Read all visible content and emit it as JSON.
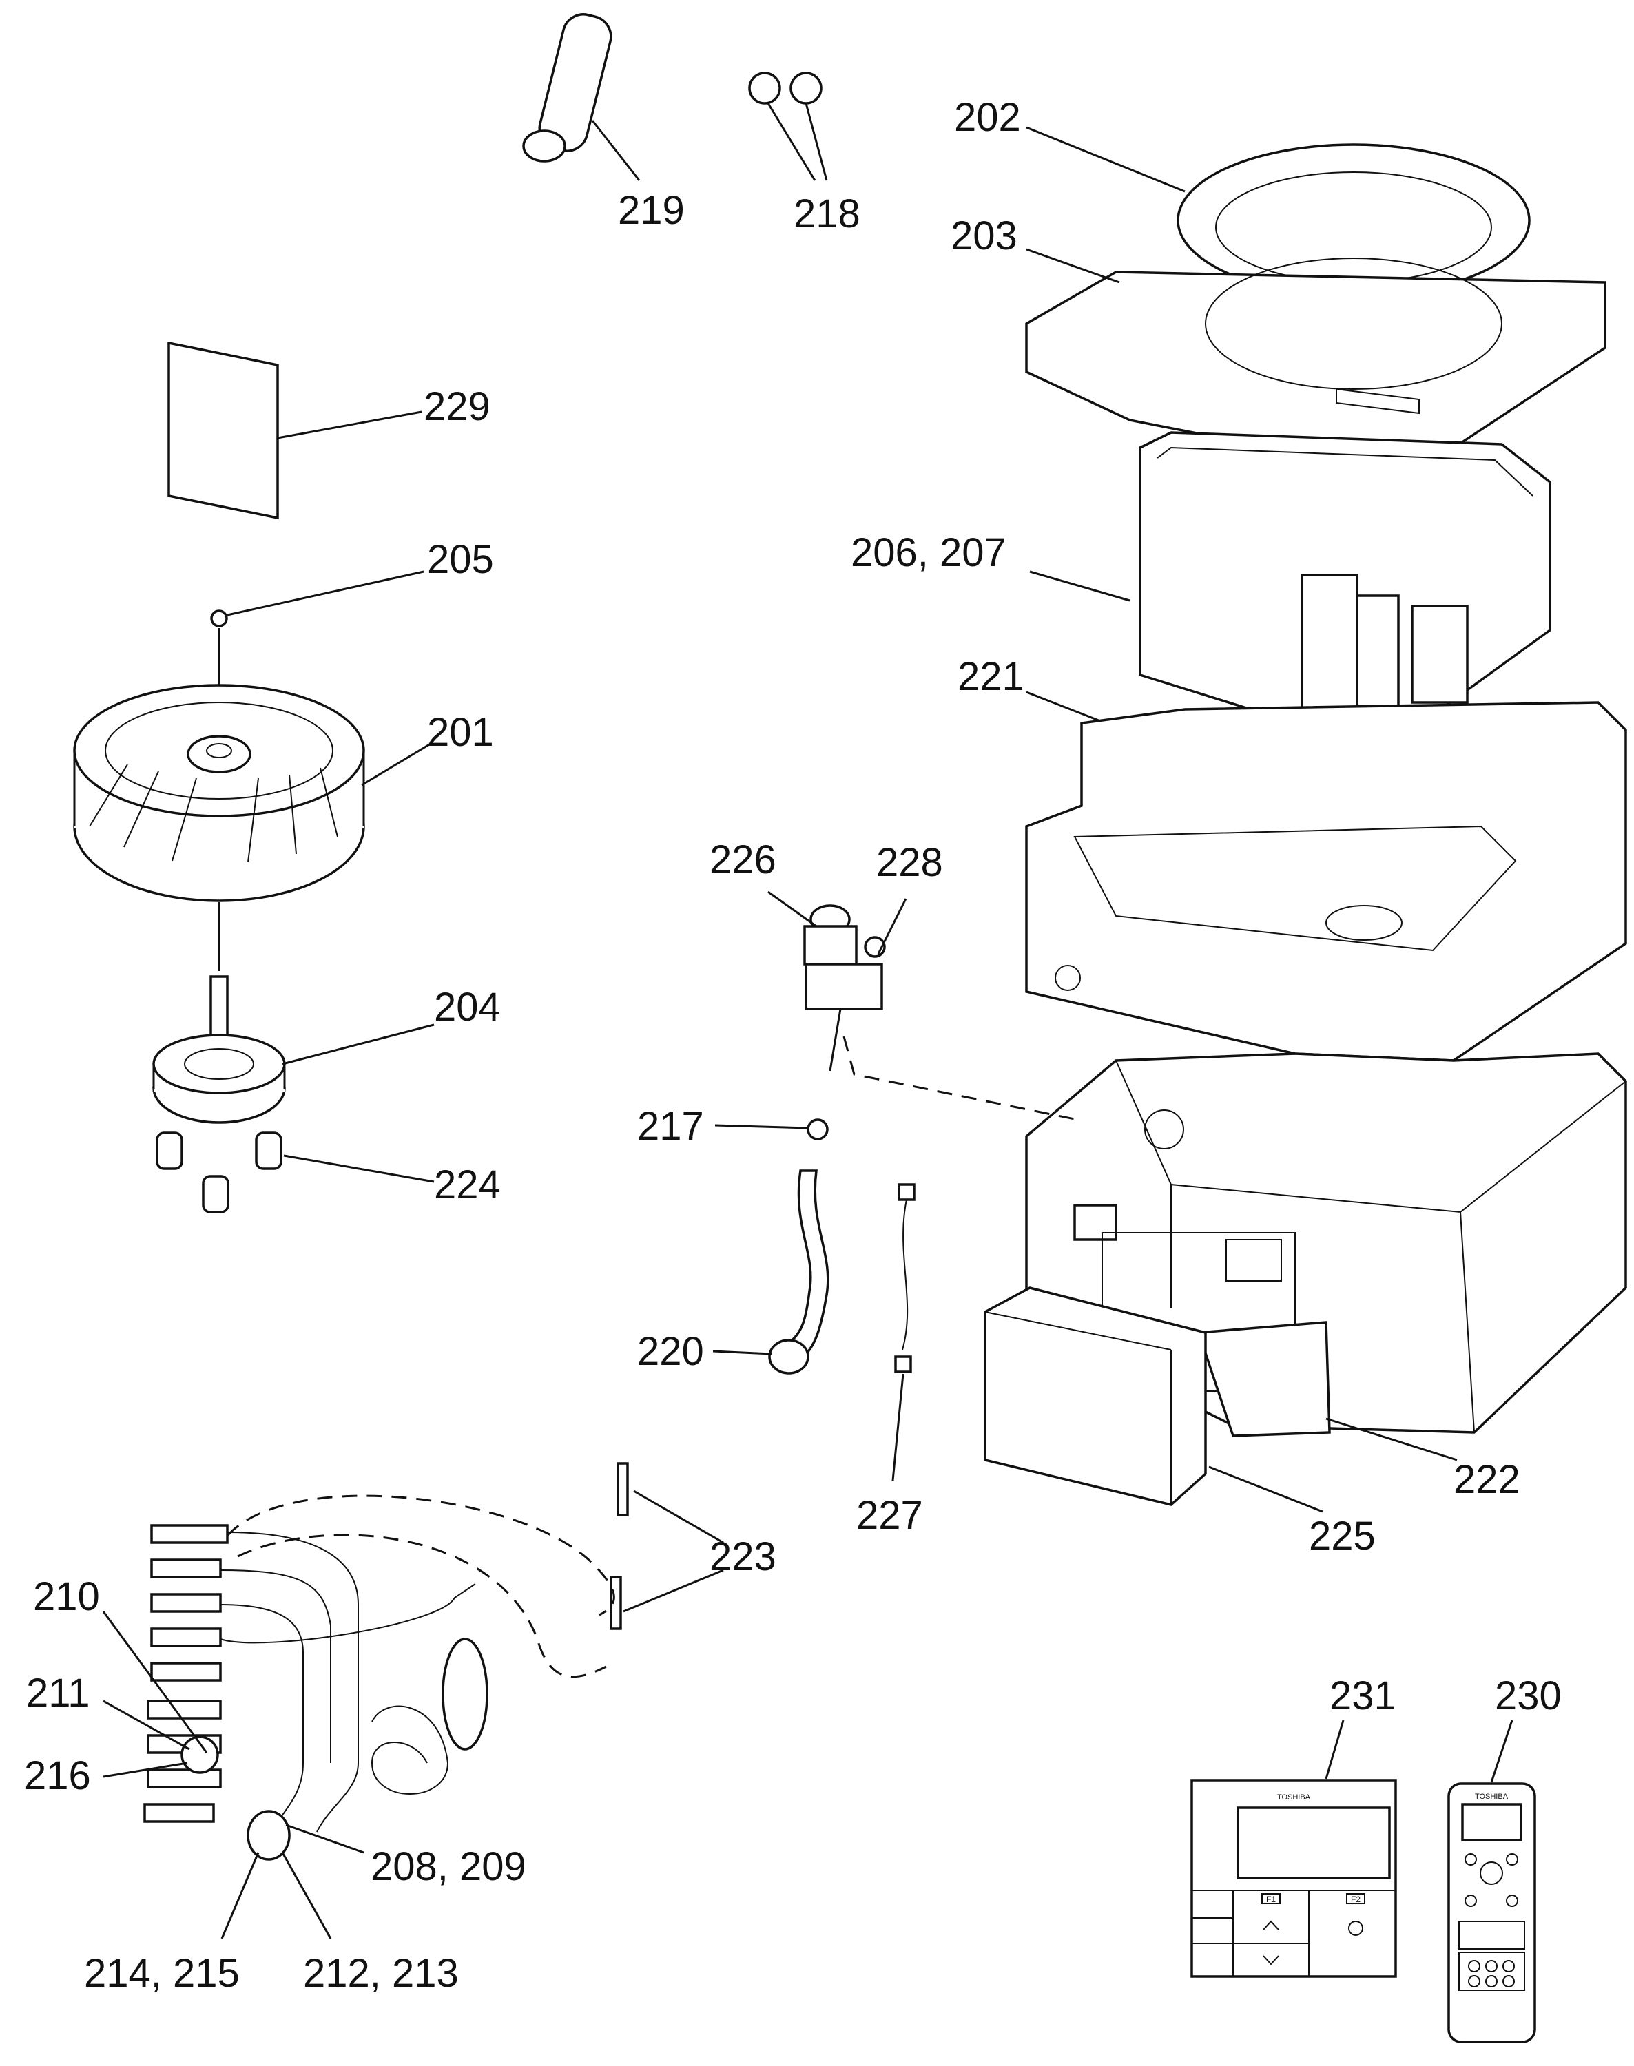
{
  "diagram": {
    "callouts": [
      {
        "id": "c202",
        "text": "202"
      },
      {
        "id": "c203",
        "text": "203"
      },
      {
        "id": "c219",
        "text": "219"
      },
      {
        "id": "c218",
        "text": "218"
      },
      {
        "id": "c229",
        "text": "229"
      },
      {
        "id": "c205",
        "text": "205"
      },
      {
        "id": "c201",
        "text": "201"
      },
      {
        "id": "c206",
        "text": "206, 207"
      },
      {
        "id": "c221",
        "text": "221"
      },
      {
        "id": "c226",
        "text": "226"
      },
      {
        "id": "c228",
        "text": "228"
      },
      {
        "id": "c204",
        "text": "204"
      },
      {
        "id": "c217",
        "text": "217"
      },
      {
        "id": "c224",
        "text": "224"
      },
      {
        "id": "c220",
        "text": "220"
      },
      {
        "id": "c227",
        "text": "227"
      },
      {
        "id": "c222",
        "text": "222"
      },
      {
        "id": "c225",
        "text": "225"
      },
      {
        "id": "c223",
        "text": "223"
      },
      {
        "id": "c210",
        "text": "210"
      },
      {
        "id": "c211",
        "text": "211"
      },
      {
        "id": "c216",
        "text": "216"
      },
      {
        "id": "c208",
        "text": "208, 209"
      },
      {
        "id": "c214",
        "text": "214, 215"
      },
      {
        "id": "c212",
        "text": "212, 213"
      },
      {
        "id": "c231",
        "text": "231"
      },
      {
        "id": "c230",
        "text": "230"
      }
    ],
    "remote_brand": "TOSHIBA",
    "wired_controller_brand": "TOSHIBA",
    "wired_keys": {
      "f1": "F1",
      "f2": "F2",
      "up": "^",
      "down": "v",
      "power": "⏻"
    }
  }
}
